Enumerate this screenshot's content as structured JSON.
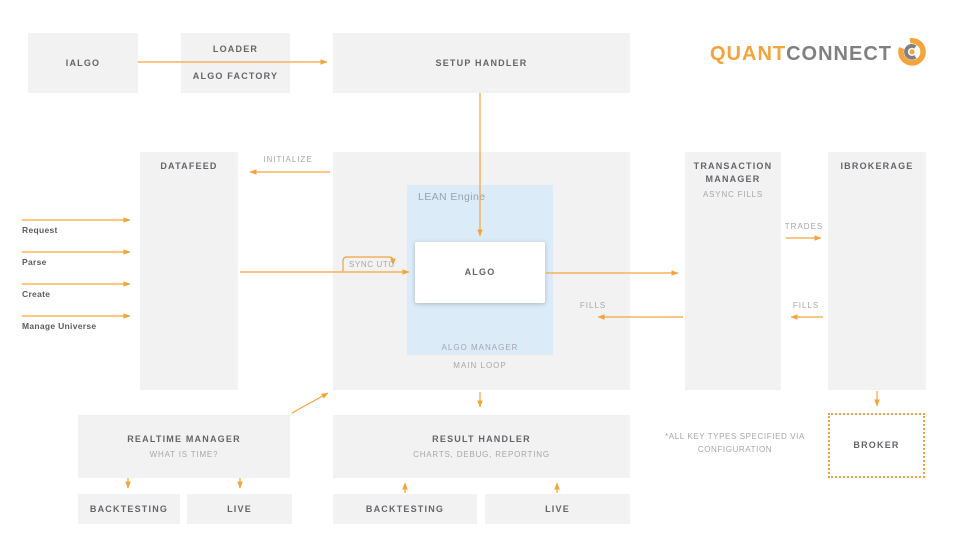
{
  "colors": {
    "accent_orange": "#F5A43B",
    "box_fill": "#F2F2F3",
    "lean_blue": "#DCEBF8",
    "title_text": "#646568",
    "muted_text": "#A6A7AA",
    "logo_gray": "#7F8083"
  },
  "logo": {
    "quant": "QUANT",
    "connect": "CONNECT"
  },
  "top_row": {
    "ialgo": "IALGO",
    "loader": "LOADER",
    "algo_factory": "ALGO FACTORY",
    "setup_handler": "SETUP HANDLER"
  },
  "middle": {
    "datafeed": "DATAFEED",
    "initialize_label": "INITIALIZE",
    "datafeed_ops": [
      "Request",
      "Parse",
      "Create",
      "Manage Universe"
    ],
    "lean_engine": "LEAN Engine",
    "algo": "ALGO",
    "algo_manager": "ALGO MANAGER",
    "main_loop": "MAIN LOOP",
    "sync_utc": "SYNC UTC",
    "transaction_manager": "TRANSACTION MANAGER",
    "async_fills": "ASYNC FILLS",
    "ibrokerage": "IBROKERAGE",
    "trades_label": "TRADES",
    "fills_to_lean": "FILLS",
    "fills_to_tm": "FILLS"
  },
  "bottom": {
    "realtime_manager": "REALTIME MANAGER",
    "what_is_time": "WHAT IS TIME?",
    "result_handler": "RESULT HANDLER",
    "charts_debug": "CHARTS, DEBUG, REPORTING",
    "backtesting_left": "BACKTESTING",
    "live_left": "LIVE",
    "backtesting_right": "BACKTESTING",
    "live_right": "LIVE",
    "broker": "BROKER",
    "note_line1": "*ALL KEY TYPES SPECIFIED VIA",
    "note_line2": "CONFIGURATION"
  }
}
